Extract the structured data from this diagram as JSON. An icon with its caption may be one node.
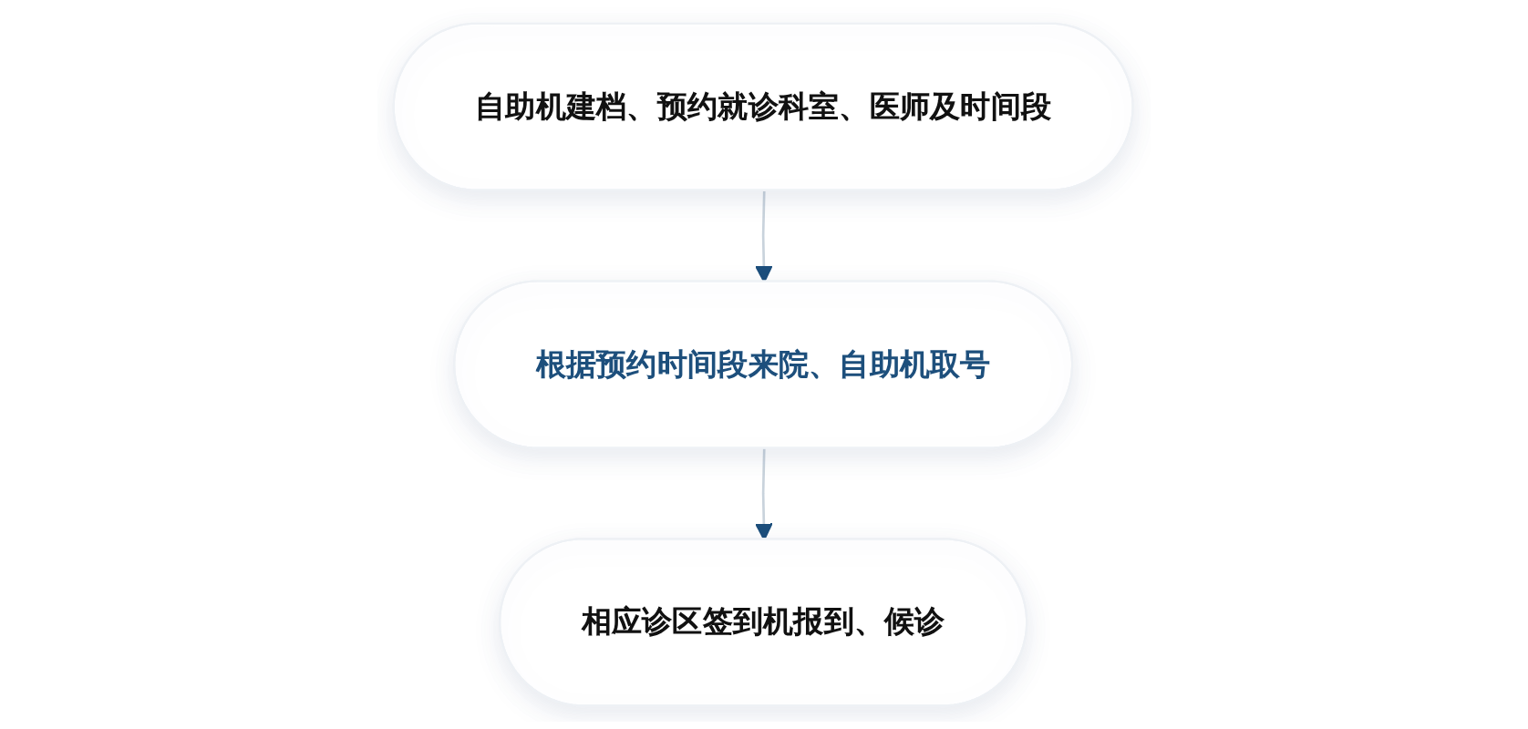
{
  "diagram": {
    "nodes": [
      {
        "text": [
          "自助机建档、预约就诊科室、医师及时间段"
        ]
      },
      {
        "text": [
          "根据预约时间段来院、自助机取号"
        ]
      },
      {
        "text": [
          "相应诊区签到机报到、候诊"
        ]
      }
    ],
    "edges": [
      {
        "from": 0,
        "to": 1,
        "arrow": "to"
      },
      {
        "from": 1,
        "to": 2,
        "arrow": "to"
      }
    ]
  }
}
